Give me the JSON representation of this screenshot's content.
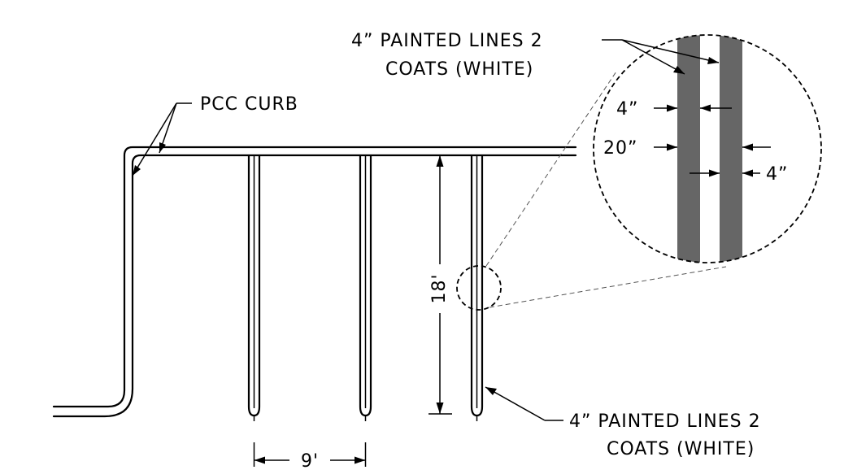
{
  "labels": {
    "curb": "PCC CURB",
    "painted_lines_top_line1": "4” PAINTED LINES 2",
    "painted_lines_top_line2": "COATS (WHITE)",
    "painted_lines_bottom_line1": "4” PAINTED LINES 2",
    "painted_lines_bottom_line2": "COATS (WHITE)",
    "dim_stall_length": "18'",
    "dim_stall_width": "9'",
    "dim_line_width_a": "4”",
    "dim_line_gap": "20”",
    "dim_line_width_b": "4”"
  },
  "colors": {
    "paint_stripe": "#666666",
    "line": "#000000"
  }
}
